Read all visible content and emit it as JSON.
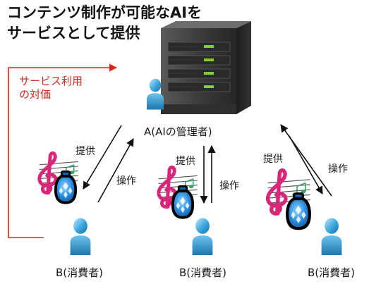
{
  "title": {
    "line1": "コンテンツ制作が可能なAIを",
    "line2": "サービスとして提供"
  },
  "compensation": {
    "line1": "サービス利用",
    "line2": "の対価"
  },
  "admin_label": "A(AIの管理者)",
  "arrow_labels": {
    "provide_left": "提供",
    "operate_left": "操作",
    "provide_center": "提供",
    "operate_center": "操作",
    "provide_right": "提供",
    "operate_right": "操作"
  },
  "consumers": [
    {
      "label": "B(消費者)"
    },
    {
      "label": "B(消費者)"
    },
    {
      "label": "B(消費者)"
    }
  ],
  "colors": {
    "person": "#3aa6dd",
    "server": "#3c3c3c",
    "server_led": "#7ed321",
    "feedback_line": "#d9251c",
    "clef": "#d8277a",
    "pot": "#1f7fd0"
  },
  "icons": [
    "person-icon",
    "server-icon",
    "treble-clef-icon",
    "music-staff-icon",
    "pot-icon"
  ]
}
